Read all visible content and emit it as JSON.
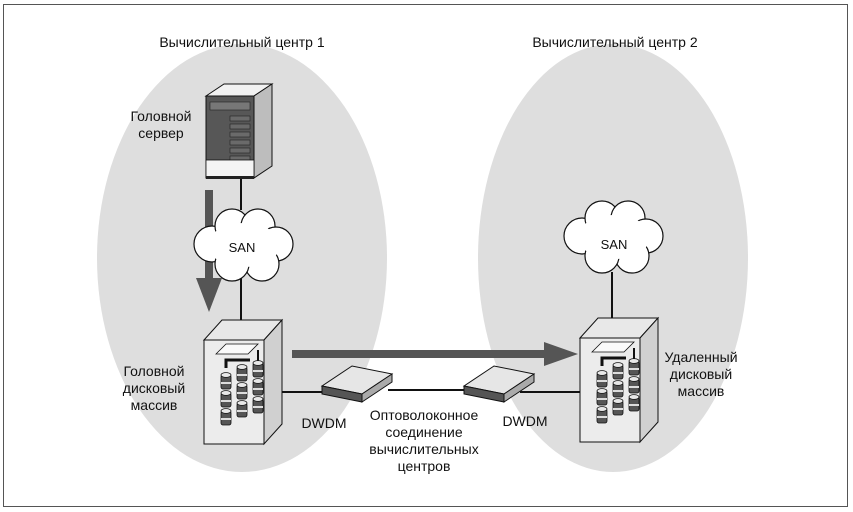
{
  "datacenter1": {
    "title": "Вычислительный центр 1"
  },
  "datacenter2": {
    "title": "Вычислительный центр 2"
  },
  "head_server": {
    "line1": "Головной",
    "line2": "сервер"
  },
  "san_left": {
    "label": "SAN"
  },
  "san_right": {
    "label": "SAN"
  },
  "head_array": {
    "line1": "Головной",
    "line2": "дисковый",
    "line3": "массив"
  },
  "remote_array": {
    "line1": "Удаленный",
    "line2": "дисковый",
    "line3": "массив"
  },
  "dwdm_left": {
    "label": "DWDM"
  },
  "dwdm_right": {
    "label": "DWDM"
  },
  "fiber_link": {
    "line1": "Оптоволоконное",
    "line2": "соединение",
    "line3": "вычислительных",
    "line4": "центров"
  },
  "colors": {
    "ellipse": "#dedede",
    "arrow": "#555555",
    "line": "#111111"
  },
  "icons": {
    "server": "server-tower-icon",
    "cloud": "cloud-icon",
    "storage": "disk-array-icon",
    "switch": "dwdm-switch-icon"
  }
}
